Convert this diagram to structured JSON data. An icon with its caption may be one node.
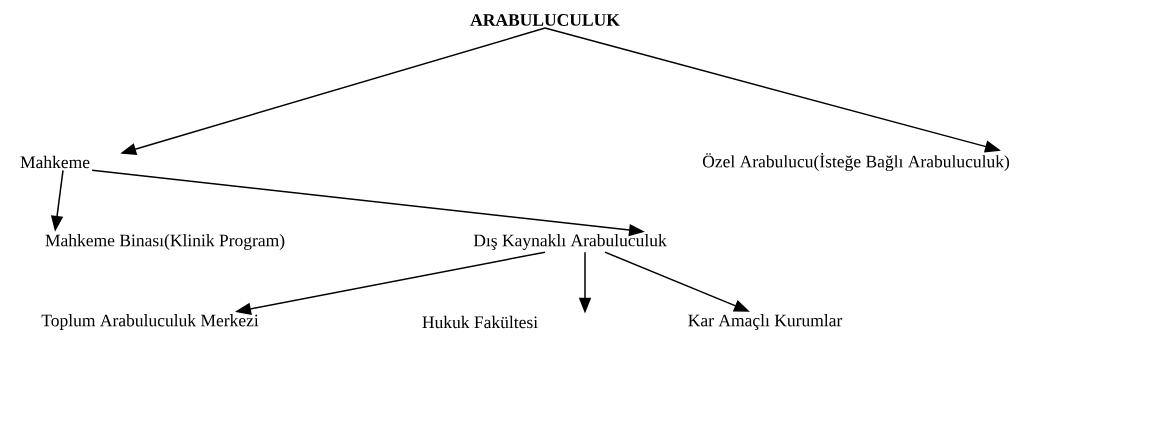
{
  "diagram": {
    "nodes": [
      {
        "text": [
          "ARABULUCULUK"
        ]
      },
      {
        "text": [
          "Mahkeme"
        ]
      },
      {
        "text": [
          "Özel Arabulucu(İsteğe Bağlı Arabuluculuk)"
        ]
      },
      {
        "text": [
          "Mahkeme Binası(Klinik Program)"
        ]
      },
      {
        "text": [
          "Dış Kaynaklı Arabuluculuk"
        ]
      },
      {
        "text": [
          "Toplum Arabuluculuk Merkezi"
        ]
      },
      {
        "text": [
          "Hukuk Fakültesi"
        ]
      },
      {
        "text": [
          "Kar Amaçlı Kurumlar"
        ]
      }
    ],
    "edges": [
      {
        "from": 0,
        "to": 1,
        "arrow": "to"
      },
      {
        "from": 0,
        "to": 2,
        "arrow": "to"
      },
      {
        "from": 1,
        "to": 3,
        "arrow": "to"
      },
      {
        "from": 1,
        "to": 4,
        "arrow": "to"
      },
      {
        "from": 4,
        "to": 5,
        "arrow": "to"
      },
      {
        "from": 4,
        "to": 6,
        "arrow": "to"
      },
      {
        "from": 4,
        "to": 7,
        "arrow": "to"
      }
    ]
  }
}
